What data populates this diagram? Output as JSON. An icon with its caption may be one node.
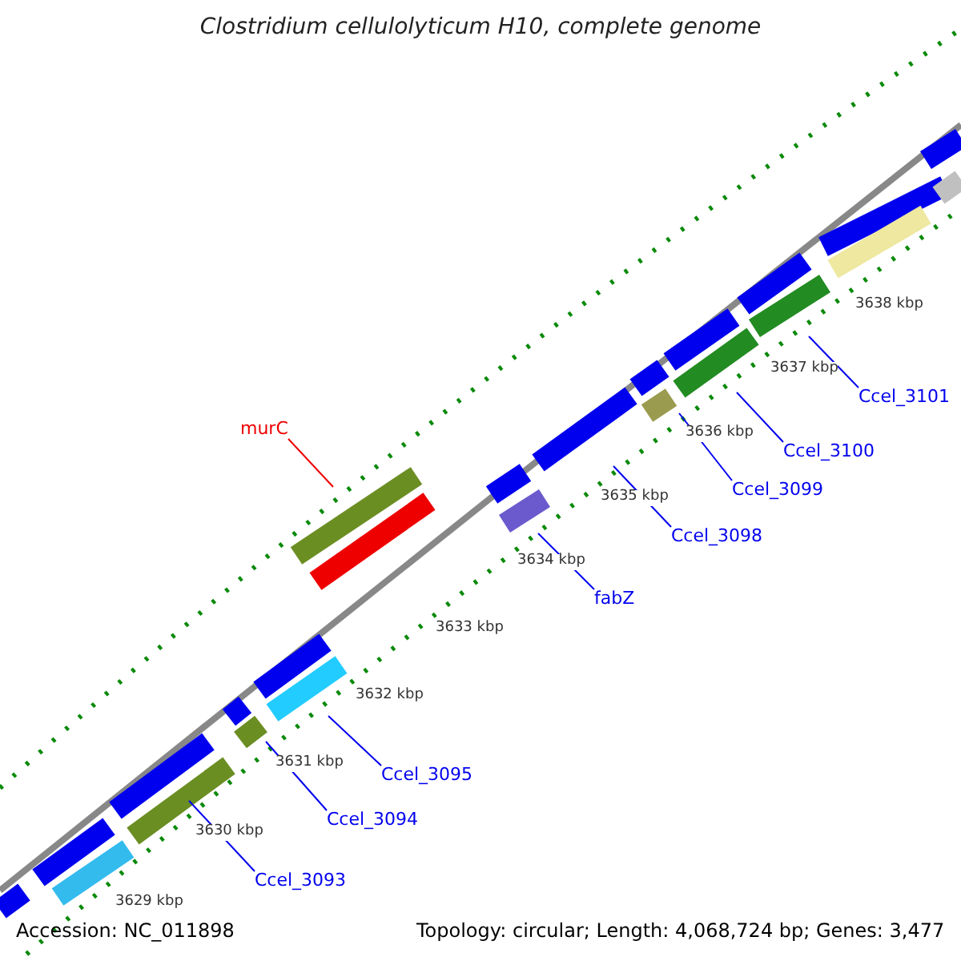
{
  "diagram": {
    "title": "Clostridium cellulolyticum H10, complete genome",
    "nodes": [
      {
        "text": [
          "murC"
        ]
      },
      {
        "text": [
          "fabZ"
        ]
      },
      {
        "text": [
          "Ccel_3098"
        ]
      },
      {
        "text": [
          "Ccel_3099"
        ]
      },
      {
        "text": [
          "Ccel_3100"
        ]
      },
      {
        "text": [
          "Ccel_3101"
        ]
      },
      {
        "text": [
          "Ccel_3093"
        ]
      },
      {
        "text": [
          "Ccel_3094"
        ]
      },
      {
        "text": [
          "Ccel_3095"
        ]
      }
    ],
    "edges": [
      {
        "from": 0,
        "to": null,
        "arrow": "none",
        "color": "#ee0000"
      },
      {
        "from": 1,
        "to": null,
        "arrow": "none"
      },
      {
        "from": 2,
        "to": null,
        "arrow": "none"
      },
      {
        "from": 3,
        "to": null,
        "arrow": "none"
      },
      {
        "from": 4,
        "to": null,
        "arrow": "none"
      },
      {
        "from": 5,
        "to": null,
        "arrow": "none"
      },
      {
        "from": 6,
        "to": null,
        "arrow": "none"
      },
      {
        "from": 7,
        "to": null,
        "arrow": "none"
      },
      {
        "from": 8,
        "to": null,
        "arrow": "none"
      }
    ],
    "labels": [
      "3638 kbp",
      "3637 kbp",
      "3636 kbp",
      "3635 kbp",
      "3634 kbp",
      "3633 kbp",
      "3632 kbp",
      "3631 kbp",
      "3630 kbp",
      "3629 kbp",
      "Accession: NC_011898",
      "Topology: circular; Length: 4,068,724 bp; Genes: 3,477"
    ]
  }
}
